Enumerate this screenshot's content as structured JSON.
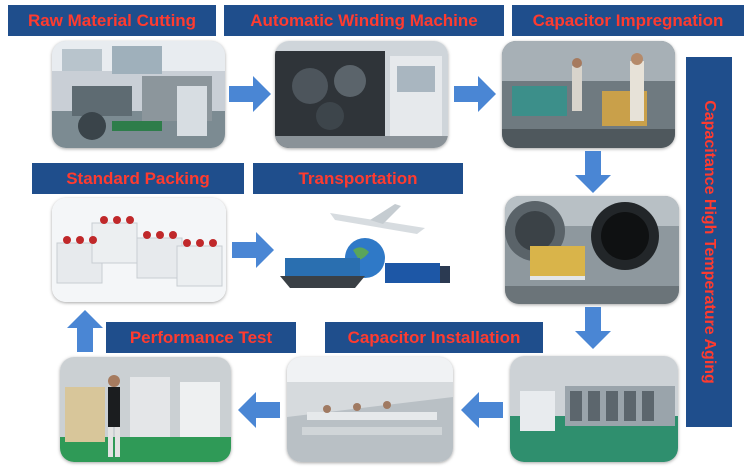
{
  "steps": {
    "raw_material_cutting": "Raw Material Cutting",
    "automatic_winding_machine": "Automatic Winding Machine",
    "capacitor_impregnation": "Capacitor Impregnation",
    "capacitance_high_temperature_aging": "Capacitance High Temperature Aging",
    "capacitor_installation": "Capacitor Installation",
    "performance_test": "Performance Test",
    "standard_packing": "Standard Packing",
    "transportation": "Transportation"
  },
  "colors": {
    "label_bg": "#1f4e8c",
    "label_text": "#ff3b2f",
    "arrow": "#4a86d4"
  }
}
